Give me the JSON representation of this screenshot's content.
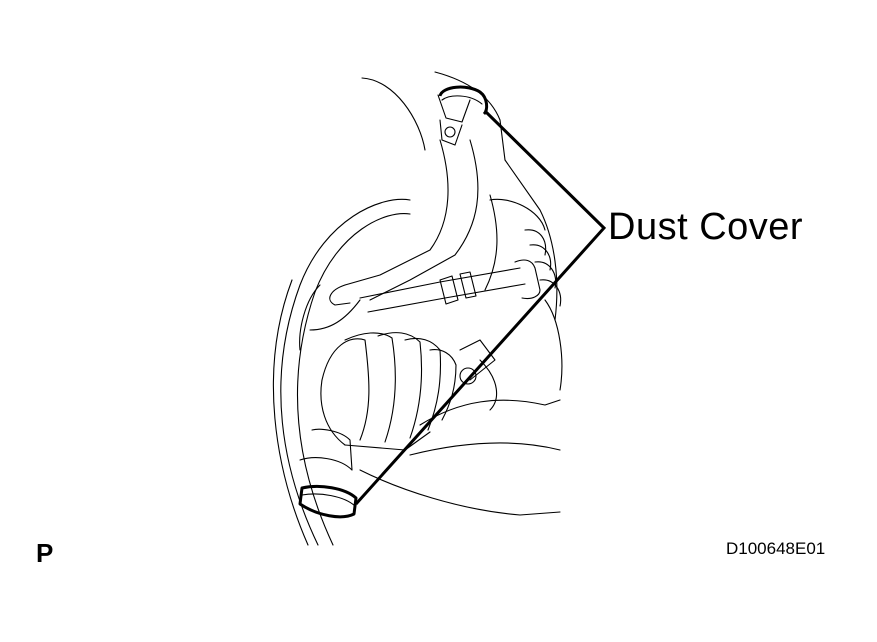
{
  "diagram": {
    "callout": {
      "label": "Dust Cover"
    },
    "view_code": "P",
    "figure_id": "D100648E01",
    "colors": {
      "line": "#000000",
      "background": "#ffffff"
    }
  }
}
